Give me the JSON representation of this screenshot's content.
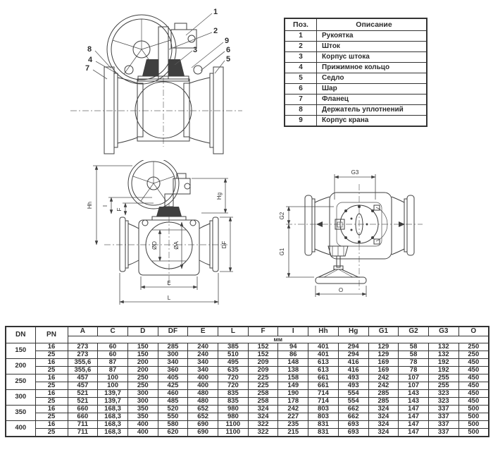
{
  "parts_table": {
    "col_pos": "Поз.",
    "col_desc": "Описание",
    "rows": [
      {
        "pos": "1",
        "desc": "Рукоятка"
      },
      {
        "pos": "2",
        "desc": "Шток"
      },
      {
        "pos": "3",
        "desc": "Корпус штока"
      },
      {
        "pos": "4",
        "desc": "Прижимное кольцо"
      },
      {
        "pos": "5",
        "desc": "Седло"
      },
      {
        "pos": "6",
        "desc": "Шар"
      },
      {
        "pos": "7",
        "desc": "Фланец"
      },
      {
        "pos": "8",
        "desc": "Держатель уплотнений"
      },
      {
        "pos": "9",
        "desc": "Корпус крана"
      }
    ]
  },
  "callouts": [
    "1",
    "2",
    "3",
    "9",
    "6",
    "5",
    "8",
    "4",
    "7"
  ],
  "dims": {
    "front": {
      "hh": "Hh",
      "i": "I",
      "f": "F",
      "hg": "Hg",
      "od": "ØD",
      "oa": "ØA",
      "df": "DF",
      "e": "E",
      "l": "L"
    },
    "side": {
      "g3": "G3",
      "g2": "G2",
      "g1": "G1",
      "o": "O"
    }
  },
  "dimensions_table": {
    "headers": [
      "DN",
      "PN",
      "A",
      "C",
      "D",
      "DF",
      "E",
      "L",
      "F",
      "I",
      "Hh",
      "Hg",
      "G1",
      "G2",
      "G3",
      "O"
    ],
    "unit": "мм",
    "groups": [
      {
        "dn": "150",
        "rows": [
          [
            "16",
            "273",
            "60",
            "150",
            "285",
            "240",
            "385",
            "152",
            "94",
            "401",
            "294",
            "129",
            "58",
            "132",
            "250"
          ],
          [
            "25",
            "273",
            "60",
            "150",
            "300",
            "240",
            "510",
            "152",
            "86",
            "401",
            "294",
            "129",
            "58",
            "132",
            "250"
          ]
        ]
      },
      {
        "dn": "200",
        "rows": [
          [
            "16",
            "355,6",
            "87",
            "200",
            "340",
            "340",
            "495",
            "209",
            "148",
            "613",
            "416",
            "169",
            "78",
            "192",
            "450"
          ],
          [
            "25",
            "355,6",
            "87",
            "200",
            "360",
            "340",
            "635",
            "209",
            "138",
            "613",
            "416",
            "169",
            "78",
            "192",
            "450"
          ]
        ]
      },
      {
        "dn": "250",
        "rows": [
          [
            "16",
            "457",
            "100",
            "250",
            "405",
            "400",
            "720",
            "225",
            "158",
            "661",
            "493",
            "242",
            "107",
            "255",
            "450"
          ],
          [
            "25",
            "457",
            "100",
            "250",
            "425",
            "400",
            "720",
            "225",
            "149",
            "661",
            "493",
            "242",
            "107",
            "255",
            "450"
          ]
        ]
      },
      {
        "dn": "300",
        "rows": [
          [
            "16",
            "521",
            "139,7",
            "300",
            "460",
            "480",
            "835",
            "258",
            "190",
            "714",
            "554",
            "285",
            "143",
            "323",
            "450"
          ],
          [
            "25",
            "521",
            "139,7",
            "300",
            "485",
            "480",
            "835",
            "258",
            "178",
            "714",
            "554",
            "285",
            "143",
            "323",
            "450"
          ]
        ]
      },
      {
        "dn": "350",
        "rows": [
          [
            "16",
            "660",
            "168,3",
            "350",
            "520",
            "652",
            "980",
            "324",
            "242",
            "803",
            "662",
            "324",
            "147",
            "337",
            "500"
          ],
          [
            "25",
            "660",
            "168,3",
            "350",
            "550",
            "652",
            "980",
            "324",
            "227",
            "803",
            "662",
            "324",
            "147",
            "337",
            "500"
          ]
        ]
      },
      {
        "dn": "400",
        "rows": [
          [
            "16",
            "711",
            "168,3",
            "400",
            "580",
            "690",
            "1100",
            "322",
            "235",
            "831",
            "693",
            "324",
            "147",
            "337",
            "500"
          ],
          [
            "25",
            "711",
            "168,3",
            "400",
            "620",
            "690",
            "1100",
            "322",
            "215",
            "831",
            "693",
            "324",
            "147",
            "337",
            "500"
          ]
        ]
      }
    ]
  },
  "colors": {
    "line": "#3f3f3f",
    "text": "#2b2b2b",
    "border": "#333333",
    "background": "#ffffff"
  }
}
